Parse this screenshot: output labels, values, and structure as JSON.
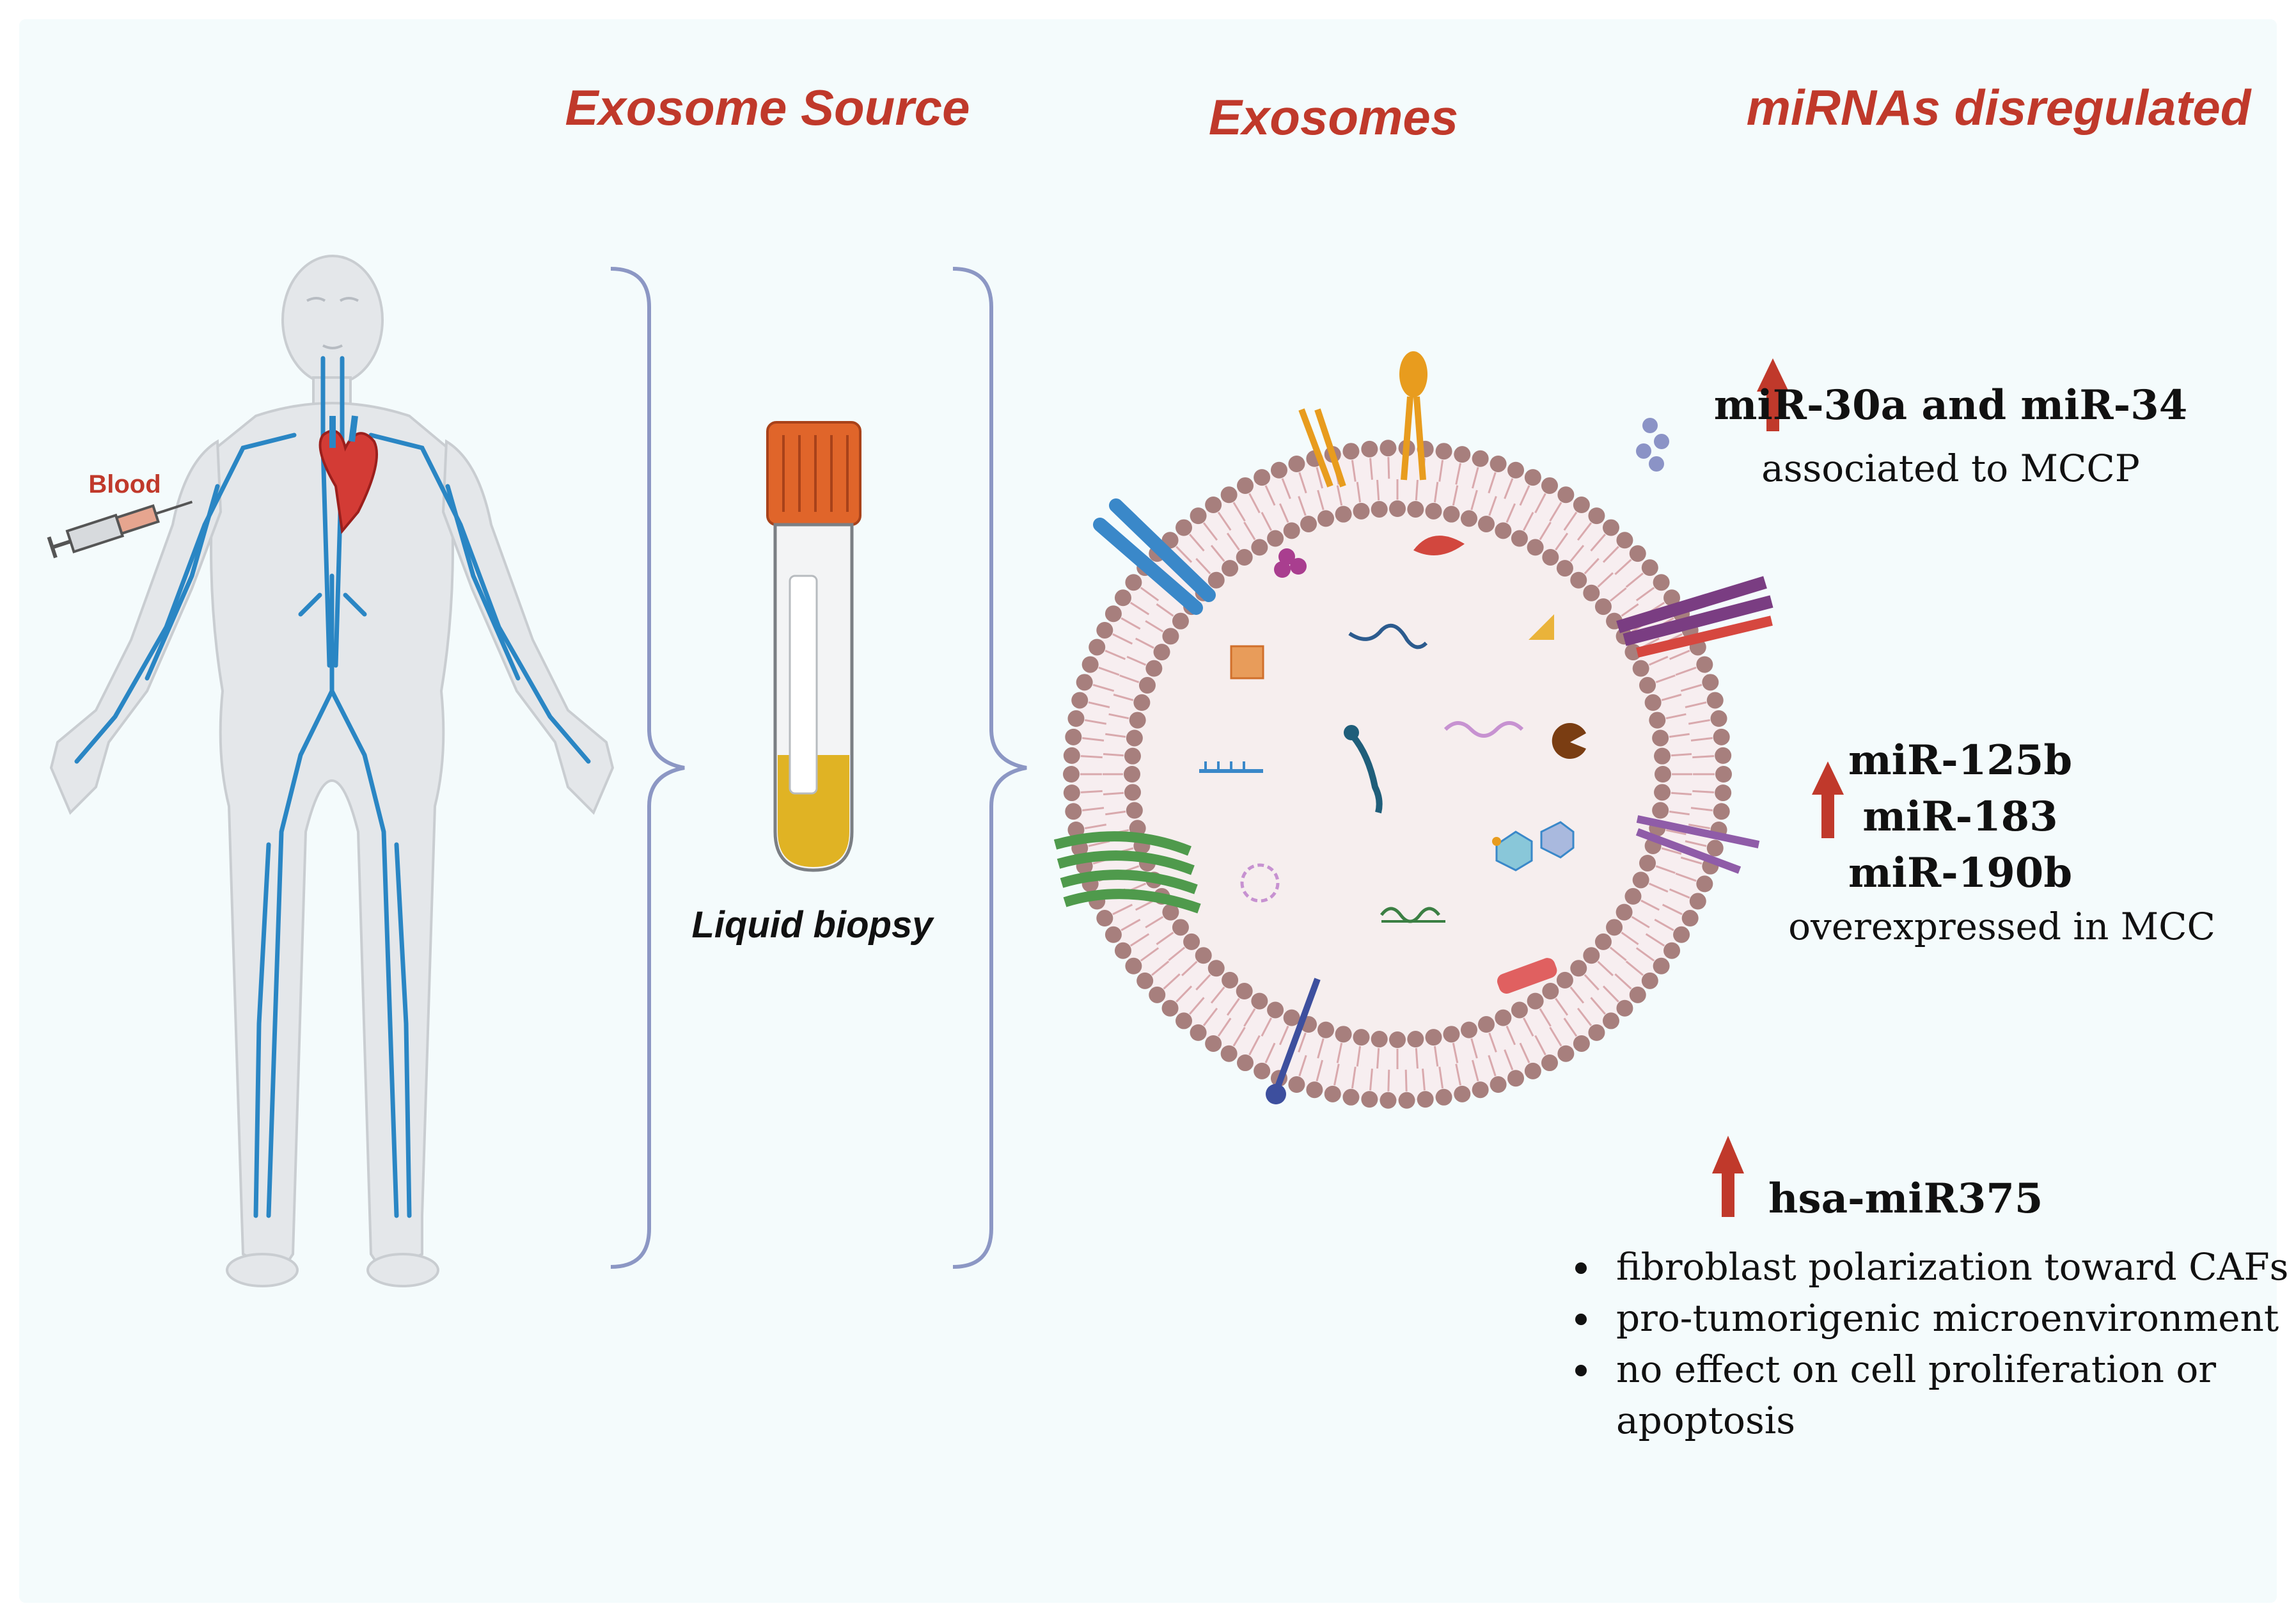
{
  "headings": {
    "source": "Exosome Source",
    "exosomes": "Exosomes",
    "mirnas": "miRNAs disregulated"
  },
  "labels": {
    "blood": "Blood",
    "liquid_biopsy": "Liquid biopsy"
  },
  "groups": [
    {
      "lines": [
        "miR-30a and miR-34"
      ],
      "caption": "associated to MCCP"
    },
    {
      "lines": [
        "miR-125b",
        "miR-183",
        "miR-190b"
      ],
      "caption": "overexpressed in MCC"
    },
    {
      "lines": [
        "hsa-miR375"
      ],
      "bullets": [
        "fibroblast polarization toward CAFs",
        "pro-tumorigenic microenvironment",
        "no effect on cell proliferation or",
        "apoptosis"
      ]
    }
  ],
  "colors": {
    "heading": "#c0392b",
    "arrow": "#c0392b",
    "vein": "#2a86c4",
    "body": "#e4e7ea",
    "membrane_bead": "#a77f7d",
    "tube_cap": "#e0652a",
    "blood_sample": "#e0b324"
  },
  "icons": {
    "up_arrow": "up-arrow-icon",
    "human": "human-body-icon",
    "heart": "heart-icon",
    "syringe": "syringe-icon",
    "tube": "blood-tube-icon",
    "exosome": "exosome-icon"
  }
}
